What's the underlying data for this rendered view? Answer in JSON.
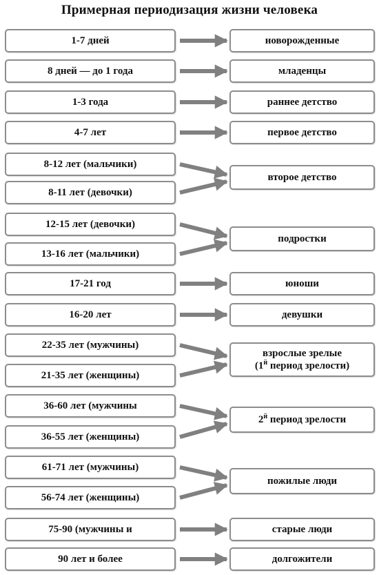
{
  "title": "Примерная  периодизация жизни человека",
  "rows": [
    {
      "ages": [
        "1-7 дней"
      ],
      "stage": "новорожденные"
    },
    {
      "ages": [
        "8 дней — до 1 года"
      ],
      "stage": "младенцы"
    },
    {
      "ages": [
        "1-3 года"
      ],
      "stage": "раннее детство"
    },
    {
      "ages": [
        "4-7 лет"
      ],
      "stage": "первое детство"
    },
    {
      "ages": [
        "8-12 лет (мальчики)",
        "8-11 лет (девочки)"
      ],
      "stage": "второе детство"
    },
    {
      "ages": [
        "12-15 лет (девочки)",
        "13-16 лет (мальчики)"
      ],
      "stage": "подростки"
    },
    {
      "ages": [
        "17-21 год"
      ],
      "stage": "юноши"
    },
    {
      "ages": [
        "16-20 лет"
      ],
      "stage": "девушки"
    },
    {
      "ages": [
        "22-35 лет (мужчины)",
        "21-35 лет (женщины)"
      ],
      "stage_line1": "взрослые зрелые",
      "stage_line2_pre": "(1",
      "stage_line2_sup": "й",
      "stage_line2_post": " период зрелости)"
    },
    {
      "ages": [
        "36-60 лет (мужчины",
        "36-55 лет (женщины)"
      ],
      "stage_pre": "2",
      "stage_sup": "й",
      "stage_post": " период зрелости"
    },
    {
      "ages": [
        "61-71 лет (мужчины)",
        "56-74 лет (женщины)"
      ],
      "stage": "пожилые люди"
    },
    {
      "ages": [
        "75-90 (мужчины и"
      ],
      "stage": "старые люди"
    },
    {
      "ages": [
        "90 лет и более"
      ],
      "stage": "долгожители"
    }
  ],
  "colors": {
    "border": "#8c8c8c",
    "arrow": "#808080"
  }
}
